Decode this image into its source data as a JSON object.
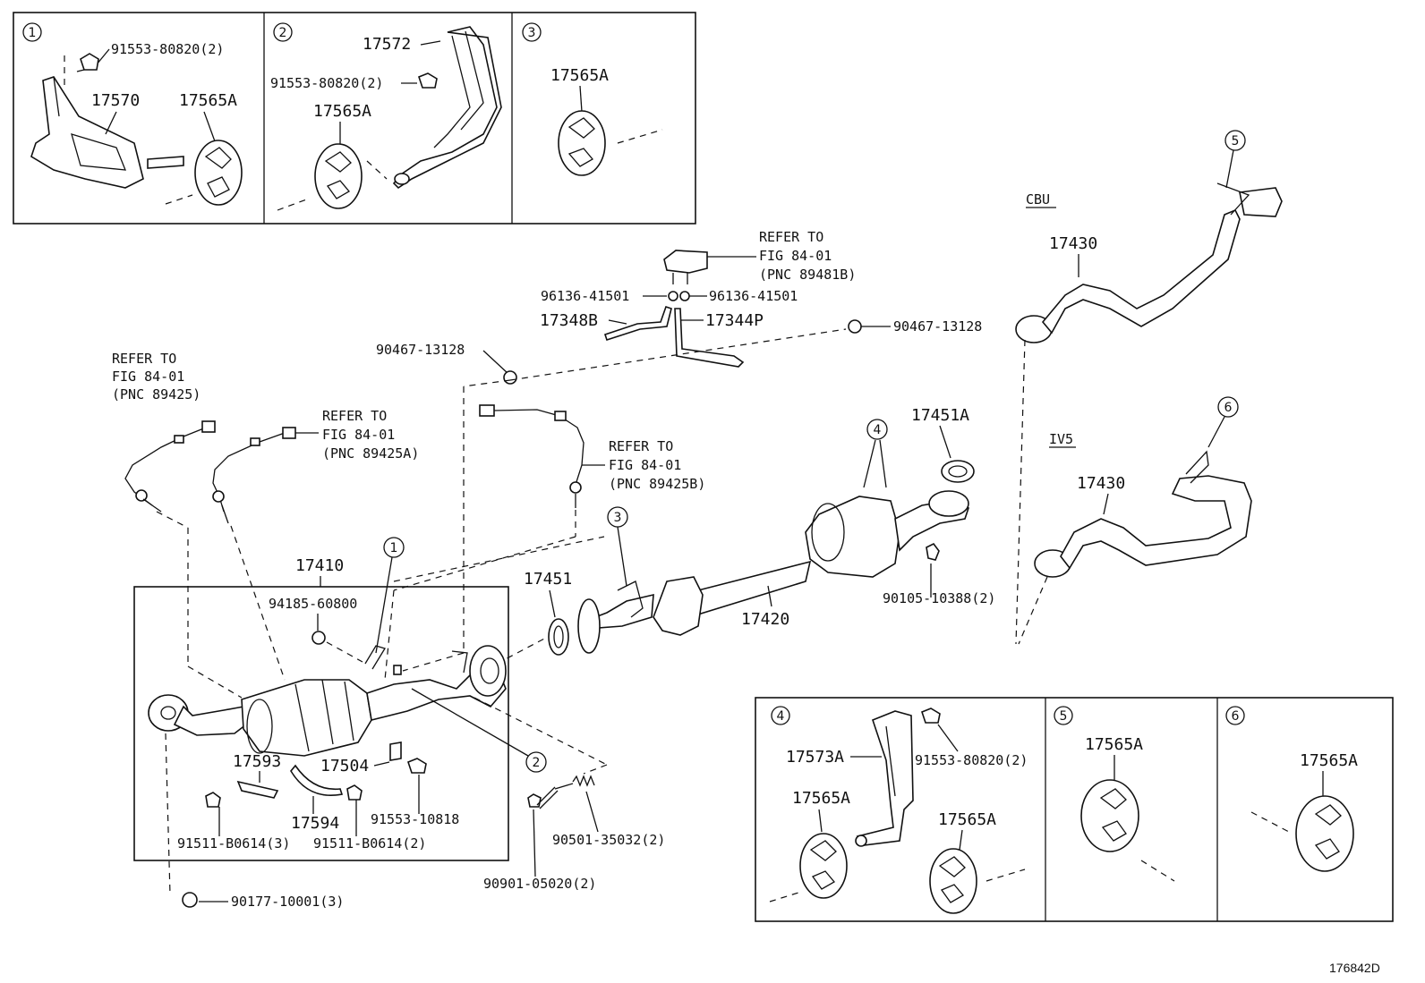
{
  "figure_id": "176842D",
  "insets_top": [
    {
      "num": "1",
      "labels": [
        "91553-80820(2)",
        "17570",
        "17565A"
      ]
    },
    {
      "num": "2",
      "labels": [
        "17572",
        "91553-80820(2)",
        "17565A"
      ]
    },
    {
      "num": "3",
      "labels": [
        "17565A"
      ]
    }
  ],
  "insets_bottom": [
    {
      "num": "4",
      "labels": [
        "91553-80820(2)",
        "17573A",
        "17565A",
        "17565A"
      ]
    },
    {
      "num": "5",
      "labels": [
        "17565A"
      ]
    },
    {
      "num": "6",
      "labels": [
        "17565A"
      ]
    }
  ],
  "main_labels": {
    "refer_89481b": [
      "REFER TO",
      "FIG 84-01",
      "(PNC 89481B)"
    ],
    "p96136_left": "96136-41501",
    "p96136_right": "96136-41501",
    "p17348b": "17348B",
    "p17344p": "17344P",
    "p90467_left": "90467-13128",
    "p90467_right": "90467-13128",
    "refer_89425": [
      "REFER TO",
      "FIG 84-01",
      "(PNC 89425)"
    ],
    "refer_89425a": [
      "REFER TO",
      "FIG 84-01",
      "(PNC 89425A)"
    ],
    "refer_89425b": [
      "REFER TO",
      "FIG 84-01",
      "(PNC 89425B)"
    ],
    "cbu": "CBU",
    "iv5": "IV5",
    "p17430_a": "17430",
    "p17430_b": "17430",
    "p17451a": "17451A",
    "p17451": "17451",
    "p17420": "17420",
    "p17410": "17410",
    "p94185": "94185-60800",
    "p90105": "90105-10388(2)",
    "p17593": "17593",
    "p17504": "17504",
    "p17594": "17594",
    "p91553_10818": "91553-10818",
    "p91511_3": "91511-B0614(3)",
    "p91511_2": "91511-B0614(2)",
    "p90501": "90501-35032(2)",
    "p90901": "90901-05020(2)",
    "p90177": "90177-10001(3)"
  },
  "callouts": [
    "1",
    "2",
    "3",
    "4",
    "5",
    "6"
  ]
}
